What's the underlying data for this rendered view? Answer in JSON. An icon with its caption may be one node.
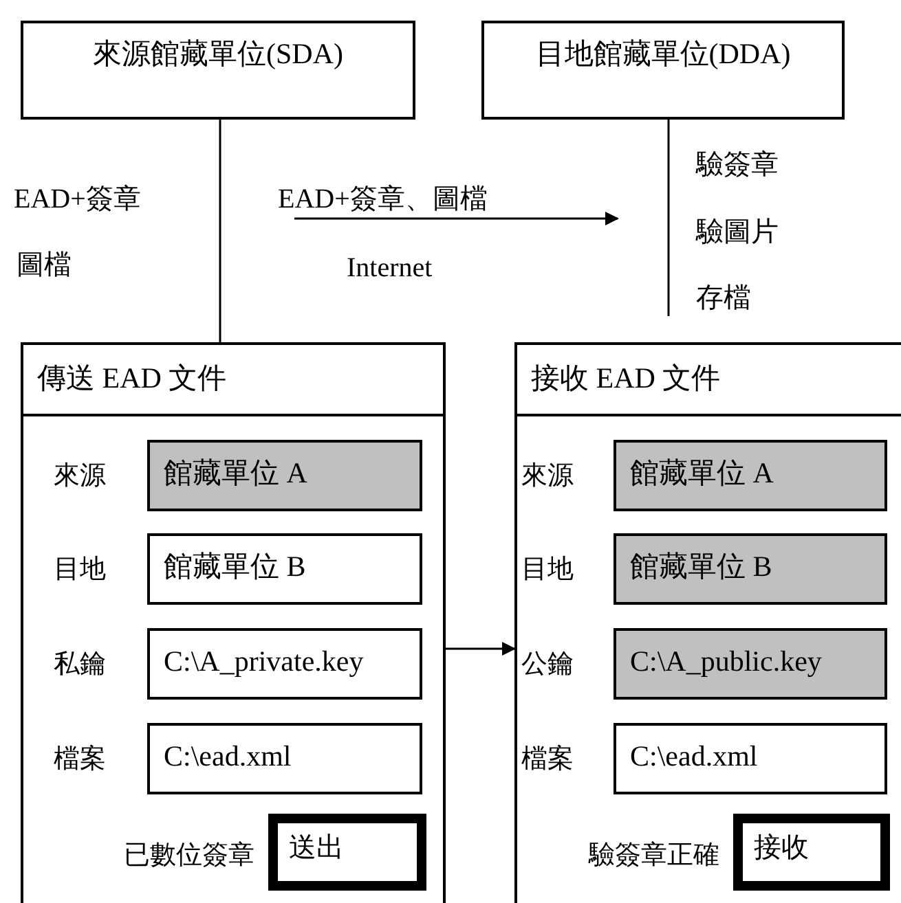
{
  "diagram": {
    "nodes": [
      {
        "text": [
          "來源館藏單位(SDA)"
        ]
      },
      {
        "text": [
          "目地館藏單位(DDA)"
        ]
      },
      {
        "text": [
          "傳送 EAD 文件"
        ]
      },
      {
        "text": [
          "館藏單位 A"
        ],
        "in": 2,
        "beside": [
          "來源"
        ]
      },
      {
        "text": [
          "館藏單位 B"
        ],
        "in": 2,
        "beside": [
          "目地"
        ]
      },
      {
        "text": [
          "C:\\A_private.key"
        ],
        "in": 2,
        "beside": [
          "私鑰"
        ]
      },
      {
        "text": [
          "C:\\ead.xml"
        ],
        "in": 2,
        "beside": [
          "檔案"
        ]
      },
      {
        "text": [
          "送出"
        ],
        "in": 2,
        "beside": [
          "已數位簽章"
        ]
      },
      {
        "text": [
          "接收 EAD 文件"
        ]
      },
      {
        "text": [
          "館藏單位 A"
        ],
        "in": 8,
        "beside": [
          "來源"
        ]
      },
      {
        "text": [
          "館藏單位 B"
        ],
        "in": 8,
        "beside": [
          "目地"
        ]
      },
      {
        "text": [
          "C:\\A_public.key"
        ],
        "in": 8,
        "beside": [
          "公鑰"
        ]
      },
      {
        "text": [
          "C:\\ead.xml"
        ],
        "in": 8,
        "beside": [
          "檔案"
        ]
      },
      {
        "text": [
          "接收"
        ],
        "in": 8,
        "beside": [
          "驗簽章正確"
        ]
      }
    ],
    "edges": [
      {
        "from": 0,
        "to": 2,
        "arrow": "none"
      },
      {
        "from": 1,
        "to": null,
        "arrow": "none"
      },
      {
        "from": 2,
        "to": 8,
        "arrow": "to"
      }
    ],
    "labels": [
      "EAD+簽章",
      "EAD+簽章、圖檔",
      "驗簽章",
      "圖檔",
      "Internet",
      "驗圖片",
      "存檔"
    ]
  }
}
